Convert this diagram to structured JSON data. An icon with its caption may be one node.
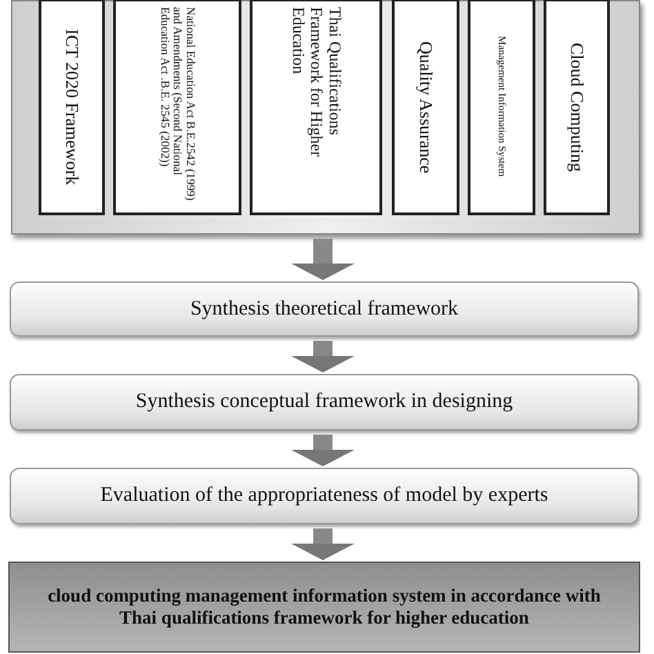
{
  "diagram": {
    "nodes": [
      {
        "text": [],
        "shape": "box"
      },
      {
        "text": [
          "ICT 2020 Framework"
        ],
        "in": 0
      },
      {
        "text": [
          "National Education Act B.E.2542 (1999) and Amendments (Second National Education Act .B.E. 2545 (2002))"
        ],
        "in": 0
      },
      {
        "text": [
          "Thai Qualifications Framework for Higher Education"
        ],
        "in": 0
      },
      {
        "text": [
          "Quality Assurance"
        ],
        "in": 0
      },
      {
        "text": [
          "Management Information System"
        ],
        "in": 0
      },
      {
        "text": [
          "Cloud Computing"
        ],
        "in": 0
      },
      {
        "text": [
          "Synthesis theoretical framework"
        ]
      },
      {
        "text": [
          "Synthesis conceptual framework in designing"
        ]
      },
      {
        "text": [
          "Evaluation of the appropriateness of model by experts"
        ]
      },
      {
        "text": [
          "cloud computing management information system in accordance with Thai qualifications framework for higher education"
        ]
      }
    ],
    "edges": [
      {
        "from": 0,
        "to": 7,
        "arrow": "to"
      },
      {
        "from": 7,
        "to": 8,
        "arrow": "to"
      },
      {
        "from": 8,
        "to": 9,
        "arrow": "to"
      },
      {
        "from": 9,
        "to": 10,
        "arrow": "to"
      }
    ]
  }
}
